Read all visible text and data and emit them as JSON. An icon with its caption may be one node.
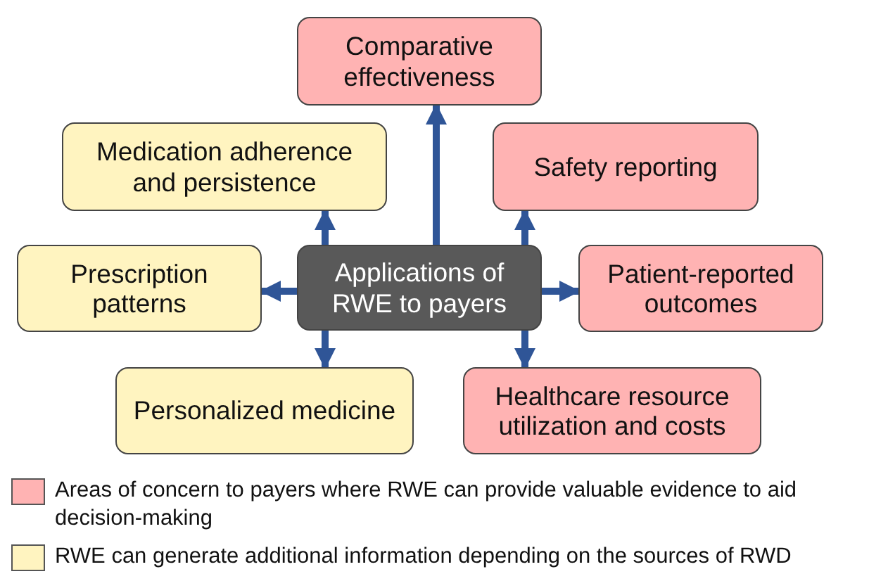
{
  "diagram": {
    "nodes": [
      {
        "text": [
          "Comparative effectiveness"
        ]
      },
      {
        "text": [
          "Medication adherence and persistence"
        ]
      },
      {
        "text": [
          "Safety reporting"
        ]
      },
      {
        "text": [
          "Prescription patterns"
        ]
      },
      {
        "text": [
          "Applications of RWE to payers"
        ]
      },
      {
        "text": [
          "Patient-reported outcomes"
        ]
      },
      {
        "text": [
          "Personalized medicine"
        ]
      },
      {
        "text": [
          "Healthcare resource utilization and costs"
        ]
      }
    ],
    "edges": [
      {
        "from": 4,
        "to": 0,
        "arrow": "to"
      },
      {
        "from": 4,
        "to": 1,
        "arrow": "to"
      },
      {
        "from": 4,
        "to": 2,
        "arrow": "to"
      },
      {
        "from": 4,
        "to": 3,
        "arrow": "to"
      },
      {
        "from": 4,
        "to": 5,
        "arrow": "to"
      },
      {
        "from": 4,
        "to": 6,
        "arrow": "to"
      },
      {
        "from": 4,
        "to": 7,
        "arrow": "to"
      }
    ],
    "legend": [
      {
        "text": "Areas of concern to payers where RWE can provide valuable evidence to aid decision-making",
        "color": "#ffb3b3"
      },
      {
        "text": "RWE can generate additional information depending on the sources of RWD",
        "color": "#fff4c0"
      }
    ]
  }
}
